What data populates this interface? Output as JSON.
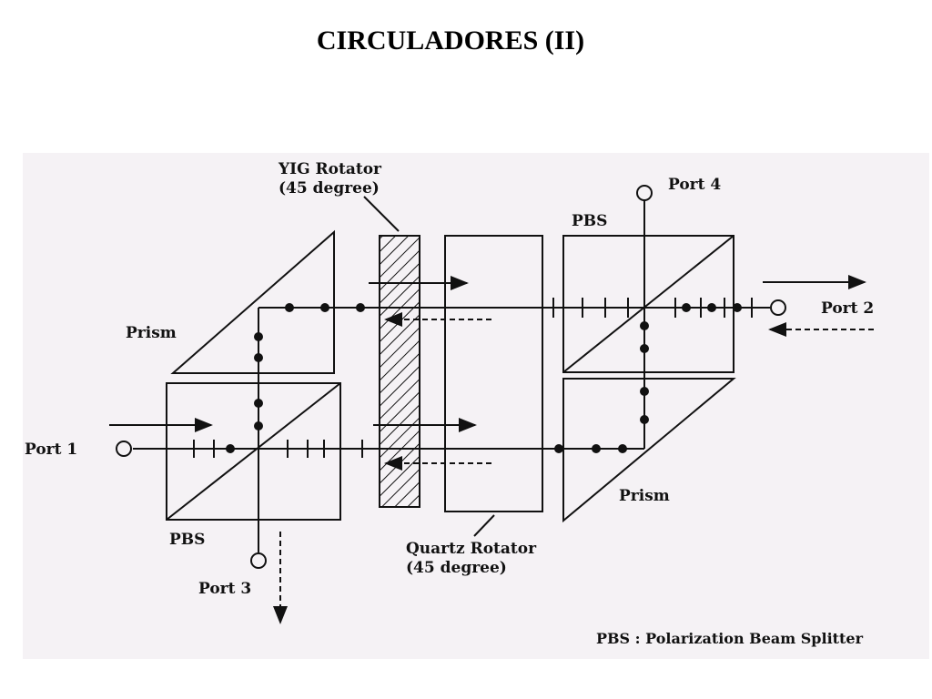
{
  "title": "CIRCULADORES (II)",
  "labels": {
    "yig_line1": "YIG Rotator",
    "yig_line2": "(45 degree)",
    "quartz_line1": "Quartz Rotator",
    "quartz_line2": "(45 degree)",
    "port1": "Port 1",
    "port2": "Port 2",
    "port3": "Port 3",
    "port4": "Port 4",
    "pbs_left": "PBS",
    "pbs_right": "PBS",
    "prism_left": "Prism",
    "prism_right": "Prism",
    "legend": "PBS :  Polarization Beam Splitter"
  }
}
